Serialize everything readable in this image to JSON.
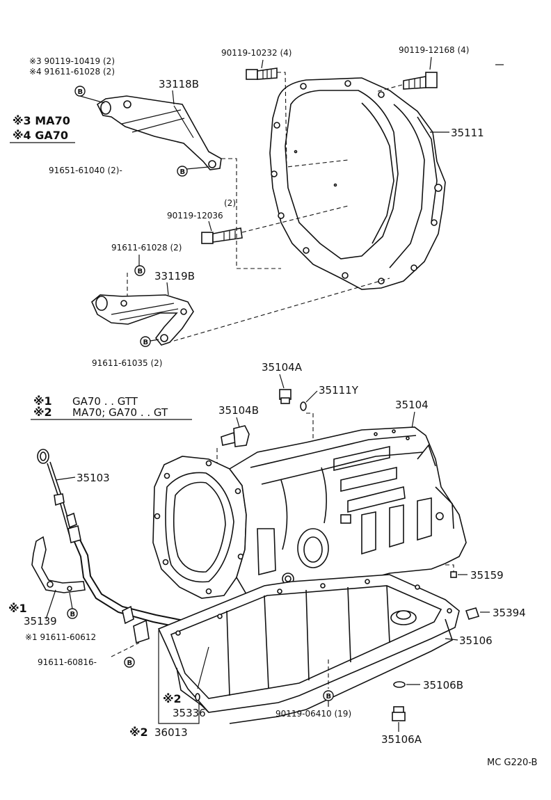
{
  "notes": {
    "top_note_1": "※3 90119-10419 (2)",
    "top_note_2": "※4 91611-61028 (2)",
    "legend_3": "※3 MA70",
    "legend_4": "※4 GA70",
    "legend_1_mark": "※1",
    "legend_1_text": "GA70 . . GTT",
    "legend_2_mark": "※2",
    "legend_2_text": "MA70;  GA70 . . GT"
  },
  "badge_letter": "B",
  "labels": {
    "p33118B": "33118B",
    "p35111": "35111",
    "p90119_10232": "90119-10232 (4)",
    "p90119_12168": "90119-12168 (4)",
    "p91651_61040": "91651-61040 (2)-",
    "p90119_12036_qty": "(2)",
    "p90119_12036": "90119-12036",
    "p91611_61028": "91611-61028 (2)",
    "p33119B": "33119B",
    "p91611_61035": "91611-61035 (2)",
    "p35104A": "35104A",
    "p35111Y": "35111Y",
    "p35104B": "35104B",
    "p35104": "35104",
    "p35103": "35103",
    "p35159": "35159",
    "p35394": "35394",
    "p35106": "35106",
    "p35139_mark": "※1",
    "p35139": "35139",
    "p91611_60612": "※1 91611-60612",
    "p91611_60816": "91611-60816-",
    "p35336_mark": "※2",
    "p35336": "35336",
    "p36013_mark": "※2",
    "p36013": "36013",
    "p90119_06410": "90119-06410 (19)",
    "p35106B": "35106B",
    "p35106A": "35106A"
  },
  "footer_code": "MC  G220-B"
}
